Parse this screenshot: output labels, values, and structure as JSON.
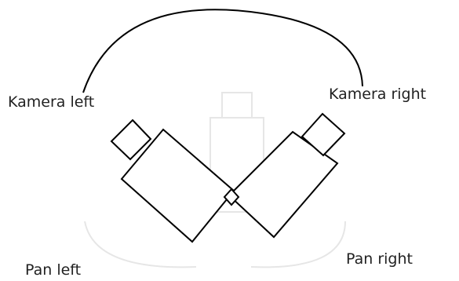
{
  "labels": {
    "kamera_left": "Kamera left",
    "kamera_right": "Kamera right",
    "pan_left": "Pan left",
    "pan_right": "Pan right"
  },
  "colors": {
    "stroke": "#000000",
    "label_text": "#222222",
    "faint_outline": "#e6e6e6",
    "background": "#ffffff"
  }
}
